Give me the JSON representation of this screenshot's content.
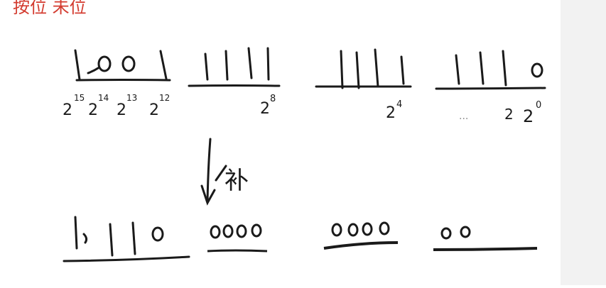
{
  "header": {
    "text": "按位 未位",
    "color": "#d33b2f"
  },
  "ink_color": "#1a1a1a",
  "groups_top": [
    {
      "digits": [
        "1",
        ",",
        "0",
        "0",
        "1"
      ],
      "powers": [
        "2",
        "15",
        "2",
        "14",
        "2",
        "13",
        "2",
        "12"
      ]
    },
    {
      "digits": [
        "1",
        "1",
        "1",
        "1"
      ],
      "powers": [
        "2",
        "8"
      ]
    },
    {
      "digits": [
        "1",
        "1",
        "1",
        "1"
      ],
      "powers": [
        "2",
        "4"
      ]
    },
    {
      "digits": [
        "1",
        "1",
        "1",
        "0"
      ],
      "powers": [
        "...",
        "2",
        "2",
        "0"
      ]
    }
  ],
  "arrow_label": "补",
  "groups_bottom": [
    {
      "digits": [
        "1",
        ")",
        "1",
        "1",
        "0"
      ]
    },
    {
      "digits": [
        "0",
        "0",
        "0",
        "0"
      ]
    },
    {
      "digits": [
        "0",
        "0",
        "0",
        "0"
      ]
    },
    {
      "digits": [
        "0",
        "0"
      ]
    }
  ],
  "scrollbar": {
    "color": "#f2f2f2"
  }
}
